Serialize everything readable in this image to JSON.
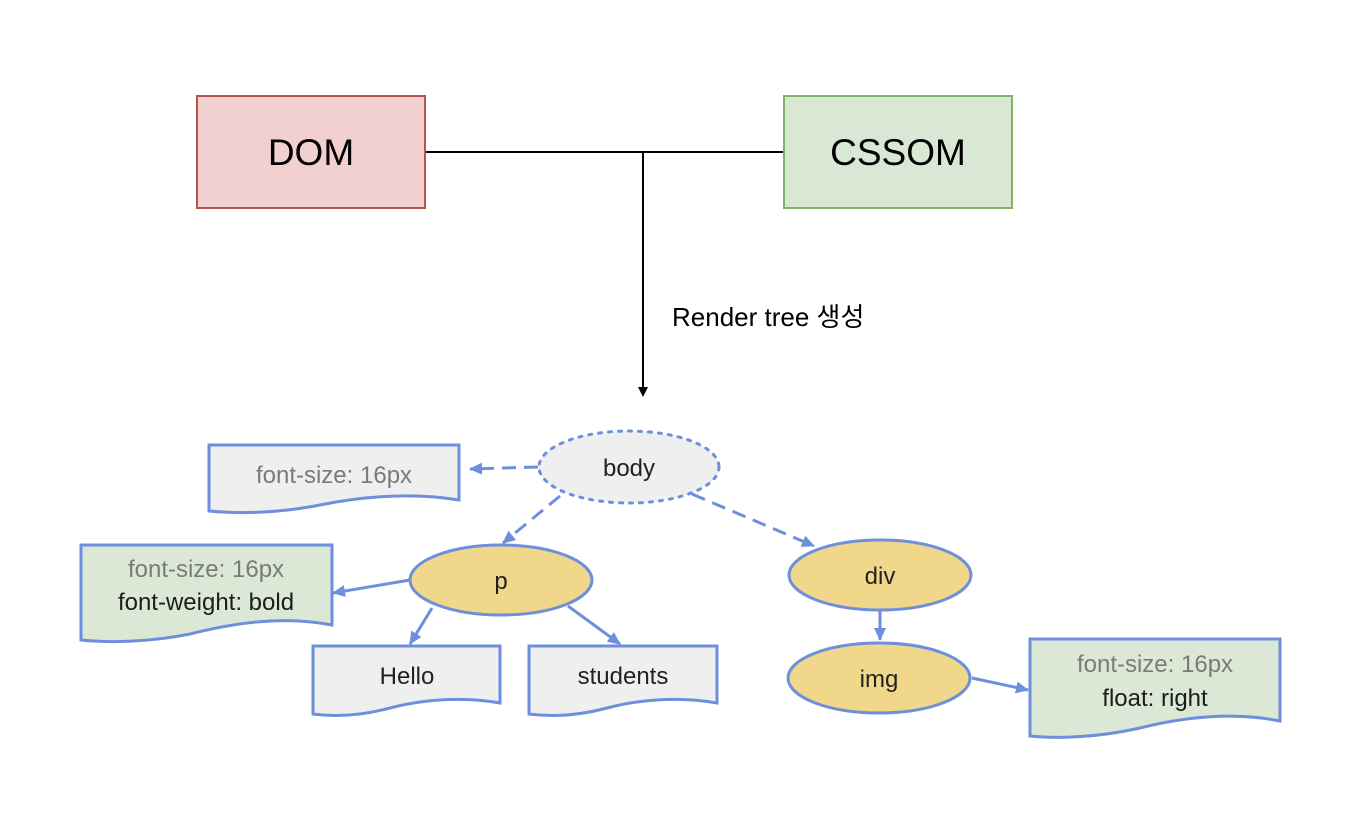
{
  "top": {
    "dom_label": "DOM",
    "cssom_label": "CSSOM",
    "arrow_caption": "Render tree 생성"
  },
  "tree": {
    "body": "body",
    "body_style": "font-size: 16px",
    "p": "p",
    "p_style_line1": "font-size: 16px",
    "p_style_line2": "font-weight: bold",
    "hello": "Hello",
    "students": "students",
    "div": "div",
    "img": "img",
    "img_style_line1": "font-size: 16px",
    "img_style_line2": "float: right"
  },
  "colors": {
    "dom_fill": "#f2d0cf",
    "dom_stroke": "#b85450",
    "cssom_fill": "#d9e8d5",
    "cssom_stroke": "#82b366",
    "node_fill": "#f0d78a",
    "node_stroke": "#6d8fdc",
    "gray_box_fill": "#efefef",
    "green_box_fill": "#dbe8d6"
  }
}
